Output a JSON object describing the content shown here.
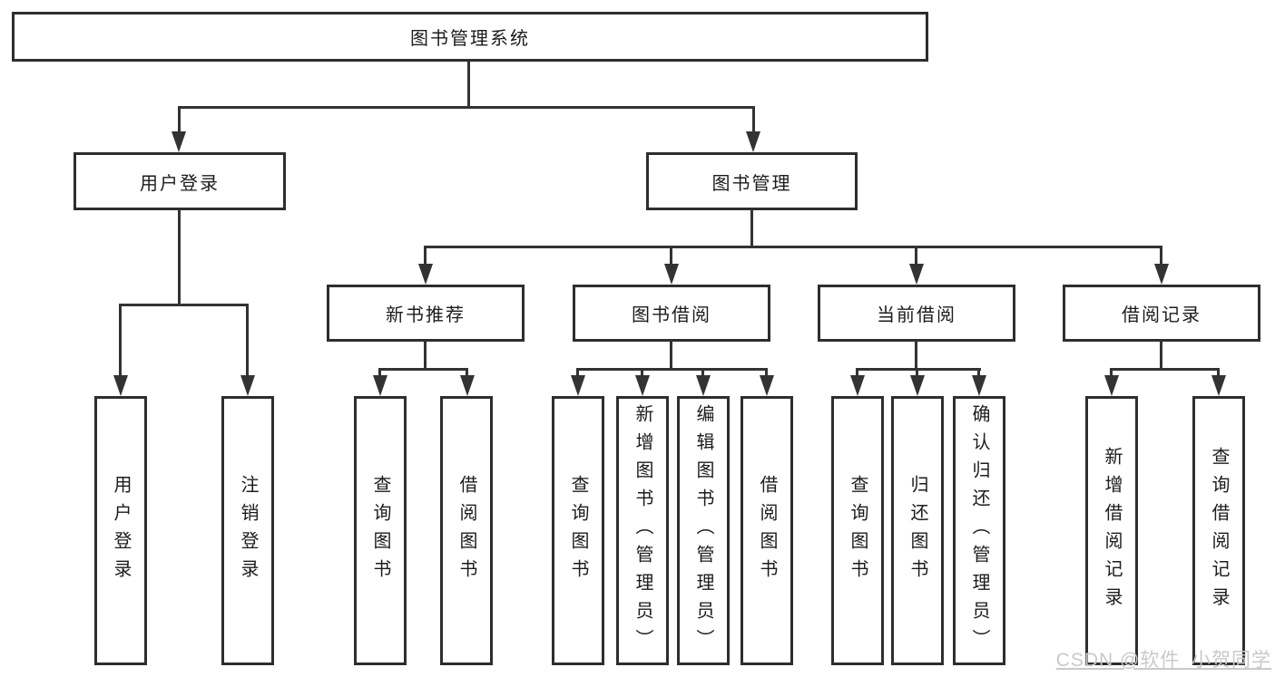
{
  "nodes": {
    "root": "图书管理系统",
    "level2": [
      "用户登录",
      "图书管理"
    ],
    "level3": [
      "新书推荐",
      "图书借阅",
      "当前借阅",
      "借阅记录"
    ],
    "leaves": [
      "用户登录",
      "注销登录",
      "查询图书",
      "借阅图书",
      "查询图书",
      "新增图书（管理员）",
      "编辑图书（管理员）",
      "借阅图书",
      "查询图书",
      "归还图书",
      "确认归还（管理员）",
      "新增借阅记录",
      "查询借阅记录"
    ]
  },
  "watermark": "CSDN @软件_小贺同学",
  "colors": {
    "line": "#333333",
    "box_border": "#2e2e2e",
    "text": "#1c1c1c",
    "watermark": "#c9c9c9",
    "background": "#ffffff"
  }
}
